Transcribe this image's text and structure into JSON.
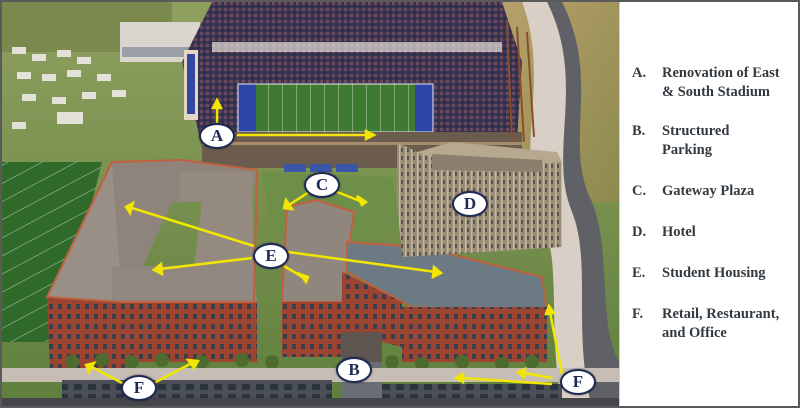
{
  "legend": {
    "items": [
      {
        "letter": "A.",
        "label": "Renovation of East & South Stadium"
      },
      {
        "letter": "B.",
        "label": "Structured Parking"
      },
      {
        "letter": "C.",
        "label": "Gateway Plaza"
      },
      {
        "letter": "D.",
        "label": "Hotel"
      },
      {
        "letter": "E.",
        "label": "Student Housing"
      },
      {
        "letter": "F.",
        "label": "Retail, Restaurant, and Office"
      }
    ]
  },
  "markers": {
    "A": "A",
    "B": "B",
    "C": "C",
    "D": "D",
    "E": "E",
    "F_left": "F",
    "F_right": "F"
  },
  "colors": {
    "callout_arrow": "#f2e600",
    "marker_border": "#1e2a56",
    "marker_text": "#1e2a56",
    "legend_text": "#333a40",
    "frame_border": "#5a5a5a"
  }
}
